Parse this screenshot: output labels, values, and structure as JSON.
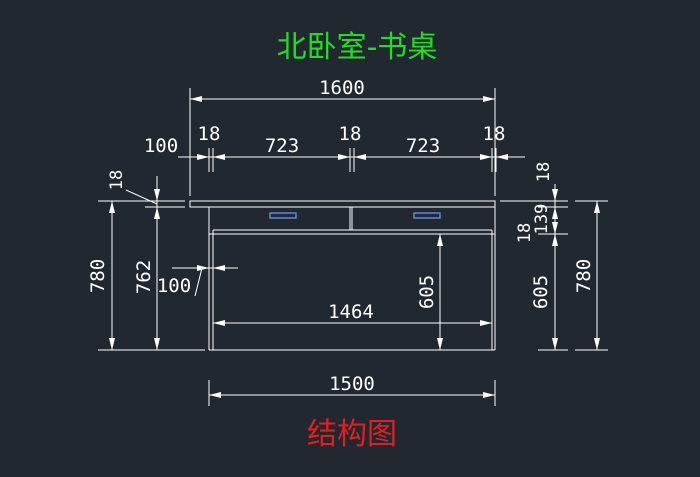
{
  "title": "北卧室-书桌",
  "subtitle": "结构图",
  "colors": {
    "background": "#212830",
    "lines": "#ffffff",
    "title": "#22dd22",
    "subtitle": "#e02020",
    "handle": "#6a86c8"
  },
  "dimensions": {
    "overall_width": "1600",
    "side_offset": "100",
    "panel_left": "18",
    "drawer_left": "723",
    "panel_mid": "18",
    "drawer_right": "723",
    "panel_right": "18",
    "top_thickness_left": "18",
    "height_left_outer": "780",
    "height_left_inner": "762",
    "leg_offset": "100",
    "inner_width": "1464",
    "knee_height": "605",
    "top_thickness_right": "18",
    "drawer_height": "139",
    "panel_right_label": "18",
    "right_605": "605",
    "height_right": "780",
    "base_width": "1500"
  }
}
